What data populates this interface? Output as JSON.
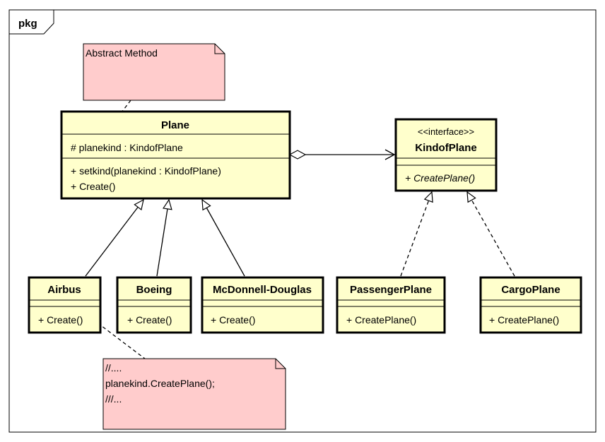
{
  "frame": {
    "label": "pkg"
  },
  "classes": {
    "plane": {
      "name": "Plane",
      "attributes": [
        "# planekind : KindofPlane"
      ],
      "operations": [
        "+ setkind(planekind : KindofPlane)",
        "+ Create()"
      ]
    },
    "kindofplane": {
      "stereotype": "<<interface>>",
      "name": "KindofPlane",
      "operations": [
        "+ CreatePlane()"
      ]
    },
    "airbus": {
      "name": "Airbus",
      "operations": [
        "+ Create()"
      ]
    },
    "boeing": {
      "name": "Boeing",
      "operations": [
        "+ Create()"
      ]
    },
    "mcdonnell": {
      "name": "McDonnell-Douglas",
      "operations": [
        "+ Create()"
      ]
    },
    "passengerplane": {
      "name": "PassengerPlane",
      "operations": [
        "+ CreatePlane()"
      ]
    },
    "cargoplane": {
      "name": "CargoPlane",
      "operations": [
        "+ CreatePlane()"
      ]
    }
  },
  "notes": {
    "abstract": {
      "lines": [
        "Abstract Method"
      ]
    },
    "airbus_impl": {
      "lines": [
        "//....",
        "planekind.CreatePlane();",
        "///..."
      ]
    }
  },
  "colors": {
    "class_fill": "#ffffcc",
    "note_fill": "#ffcccc",
    "line": "#000000"
  }
}
